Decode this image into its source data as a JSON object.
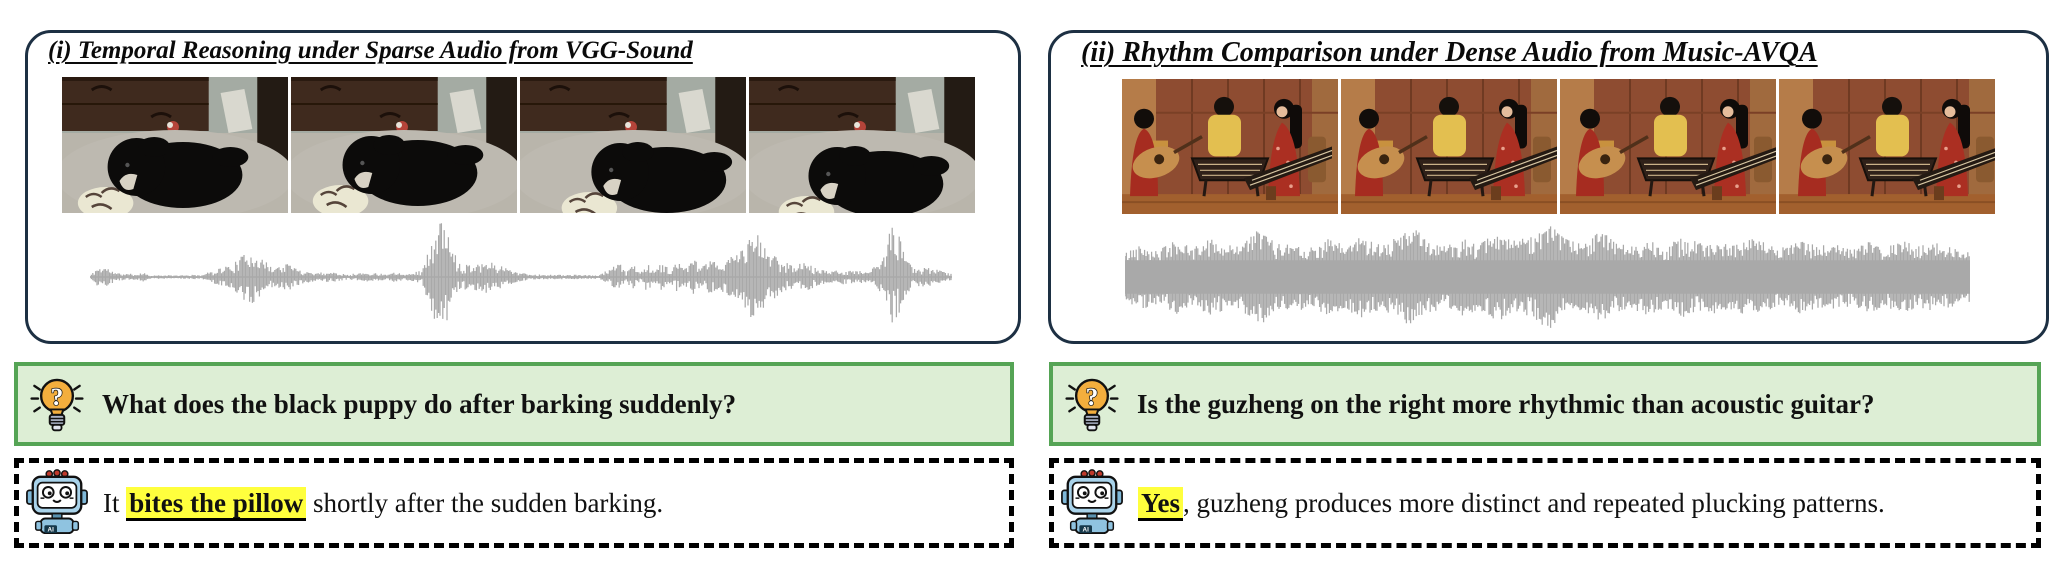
{
  "colors": {
    "panel_border": "#1d3043",
    "question_bg": "#ddeed5",
    "question_border": "#55a455",
    "answer_dash": "#000000",
    "highlight": "#ffff3d",
    "waveform": "#a9a9a9"
  },
  "panels": [
    {
      "title": "(i) Temporal Reasoning under Sparse Audio from VGG-Sound",
      "video_alt": "four video frames of a black puppy biting a patterned ball on a carpet",
      "question": "What does the black puppy do after barking suddenly?",
      "answer": {
        "prefix": "It ",
        "highlight": "bites the pillow",
        "suffix": " shortly after the sudden barking."
      }
    },
    {
      "title": "(ii) Rhythm Comparison under Dense Audio from Music-AVQA",
      "video_alt": "four video frames of musicians playing guitar, dulcimer and guzheng",
      "question": "Is the guzheng on the right more rhythmic than acoustic guitar?",
      "answer": {
        "prefix": "",
        "highlight": "Yes",
        "suffix": ", guzheng produces more distinct and repeated plucking patterns."
      }
    }
  ],
  "icons": {
    "question_icon": "lightbulb-question-icon",
    "answer_icon": "robot-ai-icon"
  },
  "waveforms": {
    "sparse": {
      "color": "#a9a9a9",
      "seed": 11,
      "min": 0.25,
      "baseline": true,
      "envelope": [
        [
          0,
          0.02
        ],
        [
          0.008,
          0.16
        ],
        [
          0.018,
          0.18
        ],
        [
          0.03,
          0.07
        ],
        [
          0.055,
          0.05
        ],
        [
          0.06,
          0.09
        ],
        [
          0.07,
          0.03
        ],
        [
          0.1,
          0.03
        ],
        [
          0.13,
          0.04
        ],
        [
          0.15,
          0.16
        ],
        [
          0.165,
          0.22
        ],
        [
          0.18,
          0.42
        ],
        [
          0.19,
          0.48
        ],
        [
          0.2,
          0.3
        ],
        [
          0.215,
          0.18
        ],
        [
          0.23,
          0.24
        ],
        [
          0.245,
          0.12
        ],
        [
          0.26,
          0.08
        ],
        [
          0.28,
          0.09
        ],
        [
          0.3,
          0.05
        ],
        [
          0.32,
          0.08
        ],
        [
          0.34,
          0.06
        ],
        [
          0.355,
          0.09
        ],
        [
          0.37,
          0.06
        ],
        [
          0.385,
          0.12
        ],
        [
          0.395,
          0.55
        ],
        [
          0.405,
          1.0
        ],
        [
          0.413,
          0.9
        ],
        [
          0.42,
          0.5
        ],
        [
          0.43,
          0.22
        ],
        [
          0.445,
          0.24
        ],
        [
          0.46,
          0.28
        ],
        [
          0.475,
          0.22
        ],
        [
          0.49,
          0.12
        ],
        [
          0.51,
          0.05
        ],
        [
          0.53,
          0.04
        ],
        [
          0.56,
          0.04
        ],
        [
          0.59,
          0.03
        ],
        [
          0.615,
          0.25
        ],
        [
          0.622,
          0.06
        ],
        [
          0.63,
          0.28
        ],
        [
          0.638,
          0.07
        ],
        [
          0.646,
          0.26
        ],
        [
          0.655,
          0.08
        ],
        [
          0.664,
          0.3
        ],
        [
          0.673,
          0.1
        ],
        [
          0.682,
          0.28
        ],
        [
          0.69,
          0.14
        ],
        [
          0.7,
          0.32
        ],
        [
          0.71,
          0.18
        ],
        [
          0.72,
          0.3
        ],
        [
          0.73,
          0.22
        ],
        [
          0.745,
          0.38
        ],
        [
          0.76,
          0.55
        ],
        [
          0.77,
          0.85
        ],
        [
          0.78,
          0.6
        ],
        [
          0.79,
          0.45
        ],
        [
          0.8,
          0.3
        ],
        [
          0.815,
          0.22
        ],
        [
          0.83,
          0.26
        ],
        [
          0.845,
          0.14
        ],
        [
          0.86,
          0.1
        ],
        [
          0.875,
          0.14
        ],
        [
          0.89,
          0.1
        ],
        [
          0.905,
          0.12
        ],
        [
          0.92,
          0.3
        ],
        [
          0.93,
          0.95
        ],
        [
          0.938,
          0.75
        ],
        [
          0.946,
          0.35
        ],
        [
          0.955,
          0.15
        ],
        [
          0.97,
          0.18
        ],
        [
          0.985,
          0.12
        ],
        [
          1,
          0.05
        ]
      ]
    },
    "dense": {
      "color": "#a9a9a9",
      "seed": 42,
      "min": 0.5,
      "core": 0.3,
      "envelope": [
        [
          0,
          0.45
        ],
        [
          0.02,
          0.62
        ],
        [
          0.04,
          0.5
        ],
        [
          0.06,
          0.68
        ],
        [
          0.08,
          0.52
        ],
        [
          0.1,
          0.72
        ],
        [
          0.12,
          0.58
        ],
        [
          0.14,
          0.66
        ],
        [
          0.16,
          0.88
        ],
        [
          0.18,
          0.6
        ],
        [
          0.2,
          0.66
        ],
        [
          0.22,
          0.54
        ],
        [
          0.24,
          0.7
        ],
        [
          0.26,
          0.58
        ],
        [
          0.28,
          0.76
        ],
        [
          0.3,
          0.62
        ],
        [
          0.32,
          0.7
        ],
        [
          0.34,
          0.94
        ],
        [
          0.36,
          0.64
        ],
        [
          0.38,
          0.58
        ],
        [
          0.4,
          0.72
        ],
        [
          0.42,
          0.6
        ],
        [
          0.44,
          0.82
        ],
        [
          0.46,
          0.66
        ],
        [
          0.48,
          0.74
        ],
        [
          0.5,
          1.0
        ],
        [
          0.52,
          0.7
        ],
        [
          0.54,
          0.62
        ],
        [
          0.56,
          0.9
        ],
        [
          0.58,
          0.64
        ],
        [
          0.6,
          0.58
        ],
        [
          0.62,
          0.7
        ],
        [
          0.64,
          0.56
        ],
        [
          0.66,
          0.74
        ],
        [
          0.68,
          0.62
        ],
        [
          0.7,
          0.68
        ],
        [
          0.72,
          0.58
        ],
        [
          0.74,
          0.76
        ],
        [
          0.76,
          0.6
        ],
        [
          0.78,
          0.54
        ],
        [
          0.8,
          0.68
        ],
        [
          0.82,
          0.56
        ],
        [
          0.84,
          0.62
        ],
        [
          0.86,
          0.52
        ],
        [
          0.88,
          0.64
        ],
        [
          0.9,
          0.55
        ],
        [
          0.92,
          0.66
        ],
        [
          0.94,
          0.58
        ],
        [
          0.96,
          0.62
        ],
        [
          0.98,
          0.55
        ],
        [
          1,
          0.48
        ]
      ]
    }
  }
}
